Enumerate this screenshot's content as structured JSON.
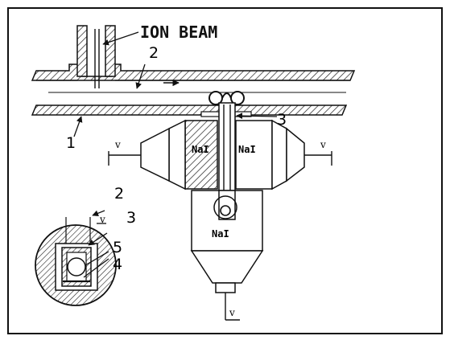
{
  "labels": {
    "ion_beam": "ION BEAM",
    "num_1": "1",
    "num_2_main": "2",
    "num_3_main": "3",
    "num_2_inset": "2",
    "num_3_inset": "3",
    "num_4": "4",
    "num_5": "5",
    "nai_left": "NaI",
    "nai_right": "NaI",
    "nai_bottom": "NaI",
    "v_left": "v",
    "v_right": "v",
    "v_bottom": "v",
    "v_inset": "v"
  }
}
